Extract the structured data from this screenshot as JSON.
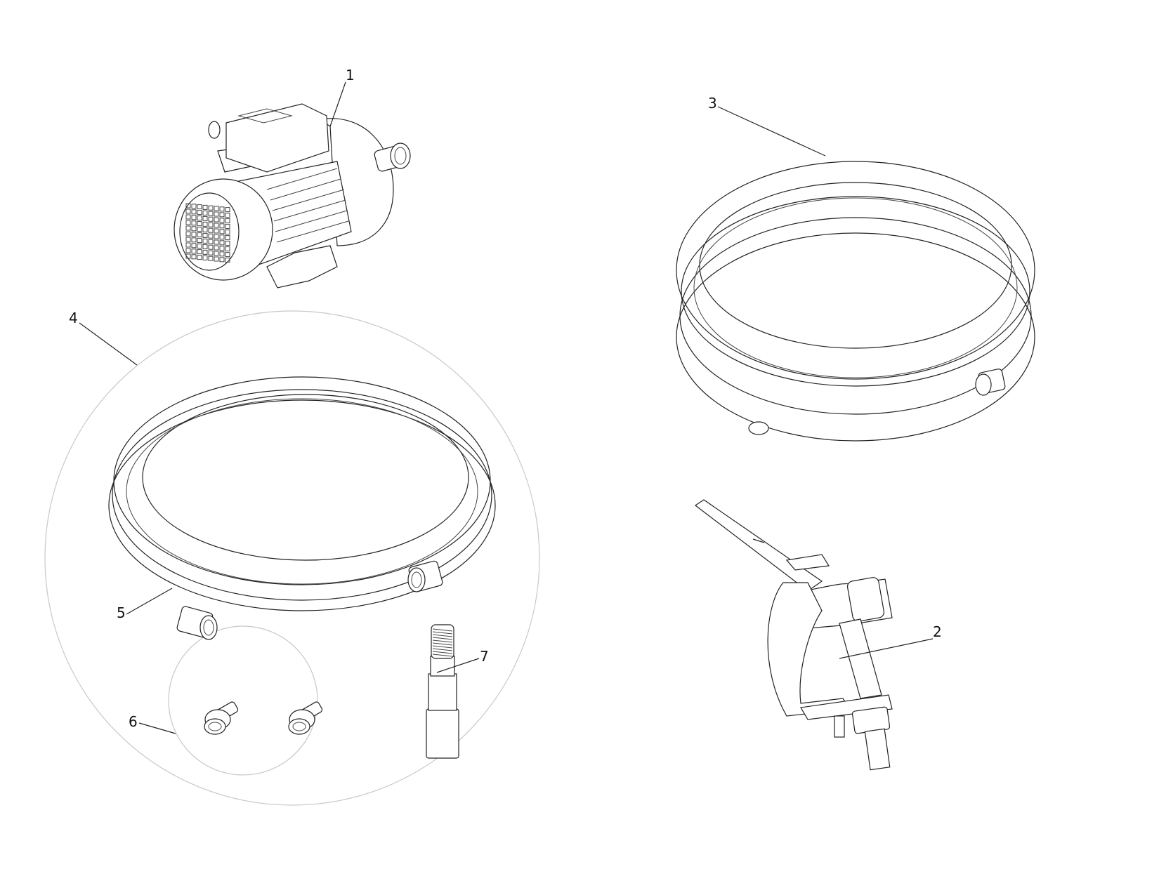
{
  "diagram": {
    "callouts": [
      {
        "label": "1",
        "part": "pump-motor"
      },
      {
        "label": "2",
        "part": "nozzle"
      },
      {
        "label": "3",
        "part": "delivery-hose"
      },
      {
        "label": "4",
        "part": "suction-hose-kit"
      },
      {
        "label": "5",
        "part": "suction-hose"
      },
      {
        "label": "6",
        "part": "hose-fittings"
      },
      {
        "label": "7",
        "part": "foot-valve-filter"
      }
    ],
    "colors": {
      "line": "#222222",
      "group_circle": "#c8c8c8",
      "background": "#ffffff"
    }
  }
}
